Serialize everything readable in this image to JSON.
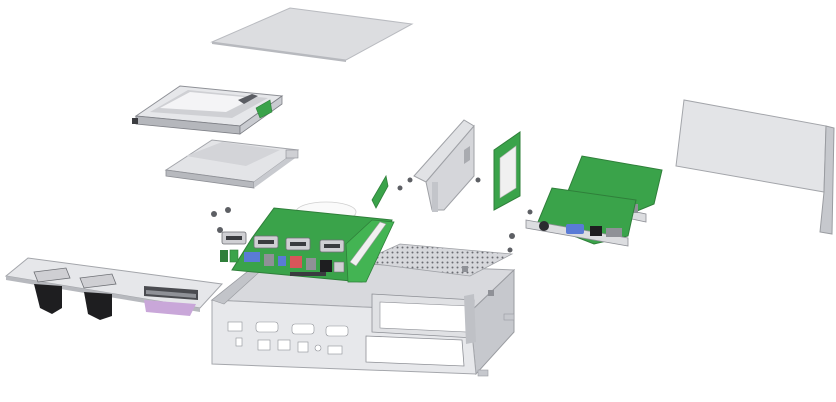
{
  "diagram": {
    "parts": [
      "top-cover-plate",
      "drive-tray",
      "drive-bracket",
      "riser-bracket",
      "riser-board",
      "expansion-card-upper",
      "expansion-card-lower",
      "side-cover",
      "io-panel-plate",
      "mainboard",
      "chassis-base"
    ]
  },
  "colors": {
    "sheet_metal": "#dcdde0",
    "sheet_metal_dark": "#a9abb0",
    "pcb_green": "#3aa34a",
    "pcb_dark": "#2f7f3a",
    "port_blue": "#5a7bd6",
    "port_gray": "#8f9197",
    "port_black": "#1e1e20",
    "port_red": "#d9565a",
    "db_connector": "#cfcfd3",
    "lilac_connector": "#c9a7d9",
    "drum_white": "#f2f2f2"
  }
}
